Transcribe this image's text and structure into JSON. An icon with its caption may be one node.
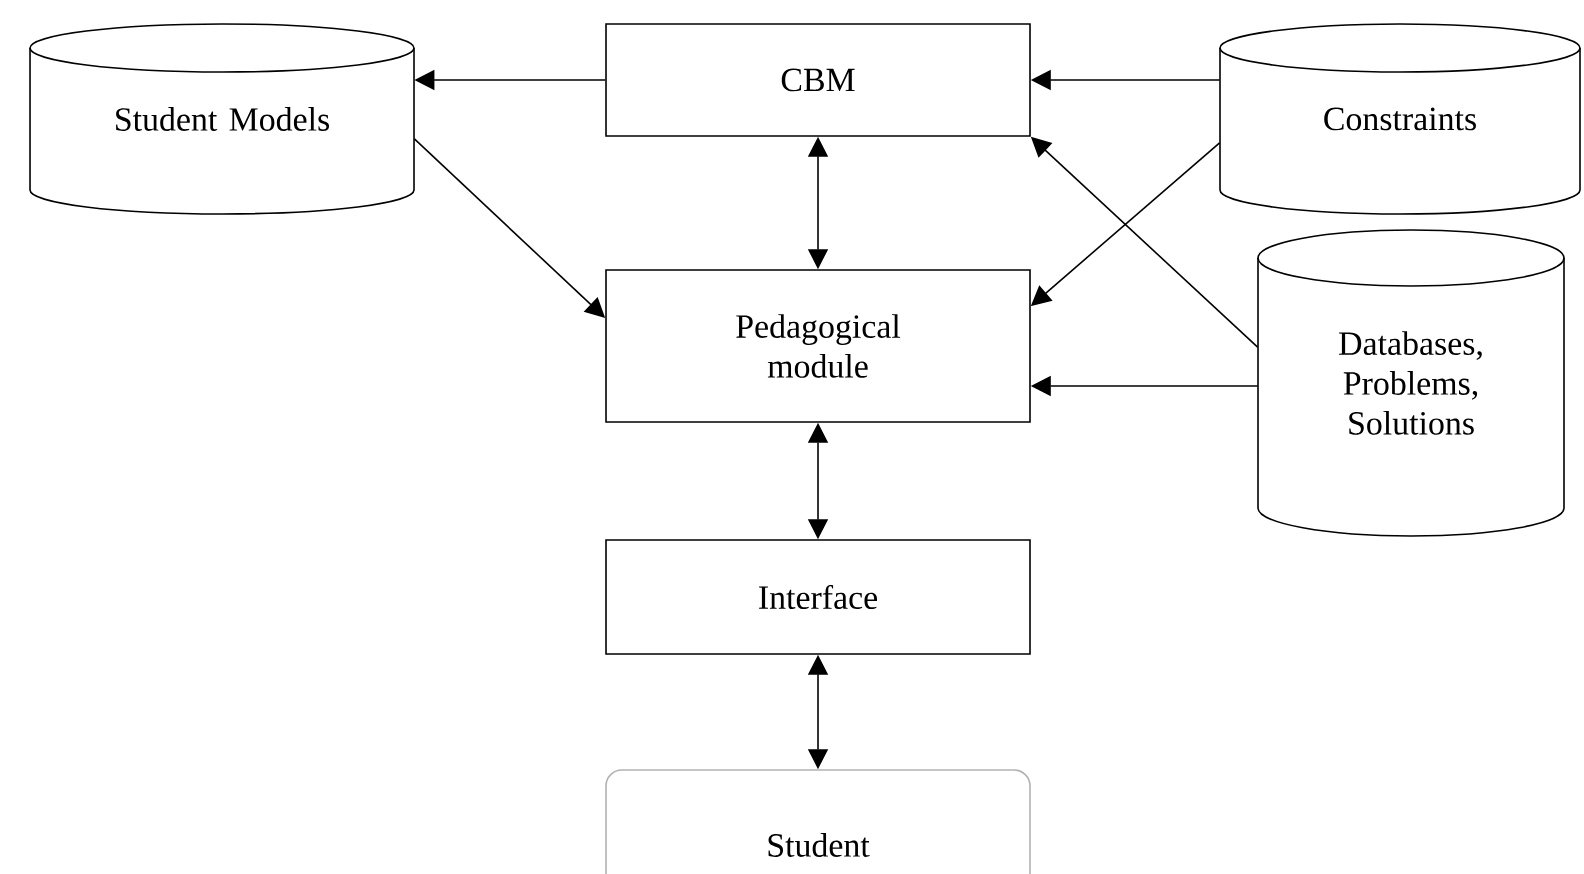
{
  "diagram": {
    "nodes": [
      {
        "text": [
          "Student Models"
        ]
      },
      {
        "text": [
          "CBM"
        ]
      },
      {
        "text": [
          "Constraints"
        ]
      },
      {
        "text": [
          "Pedagogical module"
        ]
      },
      {
        "text": [
          "Databases, Problems, Solutions"
        ]
      },
      {
        "text": [
          "Interface"
        ]
      },
      {
        "text": [
          "Student"
        ]
      }
    ],
    "edges": [
      {
        "from": 1,
        "to": 0,
        "arrow": "to"
      },
      {
        "from": 0,
        "to": 3,
        "arrow": "to"
      },
      {
        "from": 1,
        "to": 3,
        "arrow": "both"
      },
      {
        "from": 2,
        "to": 1,
        "arrow": "to"
      },
      {
        "from": 2,
        "to": 3,
        "arrow": "to"
      },
      {
        "from": 4,
        "to": 1,
        "arrow": "to"
      },
      {
        "from": 4,
        "to": 3,
        "arrow": "to"
      },
      {
        "from": 3,
        "to": 5,
        "arrow": "both"
      },
      {
        "from": 5,
        "to": 6,
        "arrow": "both"
      }
    ]
  }
}
